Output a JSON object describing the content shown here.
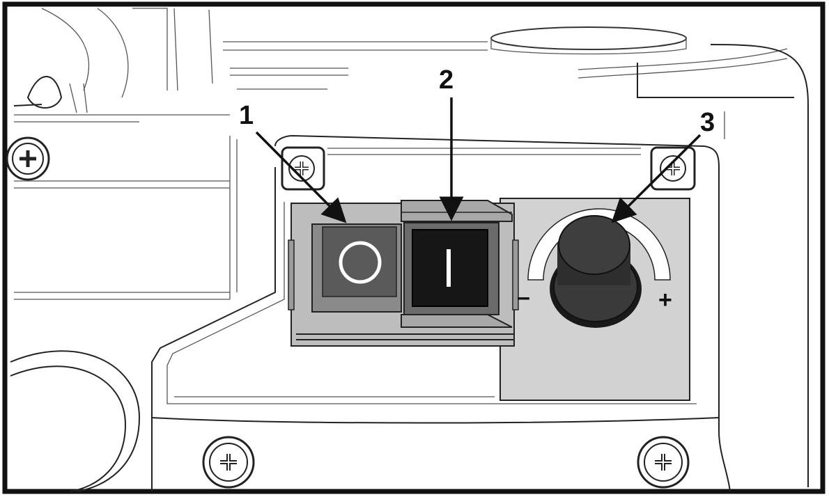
{
  "callouts": [
    {
      "id": "1",
      "label": "1"
    },
    {
      "id": "2",
      "label": "2"
    },
    {
      "id": "3",
      "label": "3"
    }
  ],
  "switch_symbols": {
    "off": "O",
    "on": "I"
  },
  "dial_signs": {
    "minus": "–",
    "plus": "+"
  },
  "colors": {
    "frame": "#111111",
    "panel_gray": "#d2d2d2",
    "switch_off_face": "#5a5a5a",
    "switch_on_face": "#161616",
    "knob": "#2e2e2e"
  }
}
